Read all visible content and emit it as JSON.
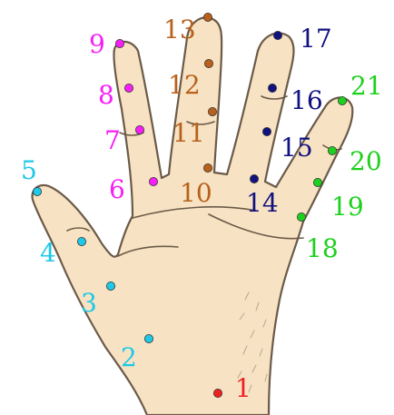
{
  "colors": {
    "hand_fill": "#f7e3c3",
    "hand_outline": "#6b5a48",
    "wrist": "#ef2020",
    "thumb": "#1ec8e8",
    "index": "#f71ef7",
    "middle": "#b8601c",
    "ring": "#111180",
    "pinky": "#1ed01e"
  },
  "keypoints": [
    {
      "label": "1",
      "finger": "wrist"
    },
    {
      "label": "2",
      "finger": "thumb"
    },
    {
      "label": "3",
      "finger": "thumb"
    },
    {
      "label": "4",
      "finger": "thumb"
    },
    {
      "label": "5",
      "finger": "thumb"
    },
    {
      "label": "6",
      "finger": "index"
    },
    {
      "label": "7",
      "finger": "index"
    },
    {
      "label": "8",
      "finger": "index"
    },
    {
      "label": "9",
      "finger": "index"
    },
    {
      "label": "10",
      "finger": "middle"
    },
    {
      "label": "11",
      "finger": "middle"
    },
    {
      "label": "12",
      "finger": "middle"
    },
    {
      "label": "13",
      "finger": "middle"
    },
    {
      "label": "14",
      "finger": "ring"
    },
    {
      "label": "15",
      "finger": "ring"
    },
    {
      "label": "16",
      "finger": "ring"
    },
    {
      "label": "17",
      "finger": "ring"
    },
    {
      "label": "18",
      "finger": "pinky"
    },
    {
      "label": "19",
      "finger": "pinky"
    },
    {
      "label": "20",
      "finger": "pinky"
    },
    {
      "label": "21",
      "finger": "pinky"
    }
  ]
}
